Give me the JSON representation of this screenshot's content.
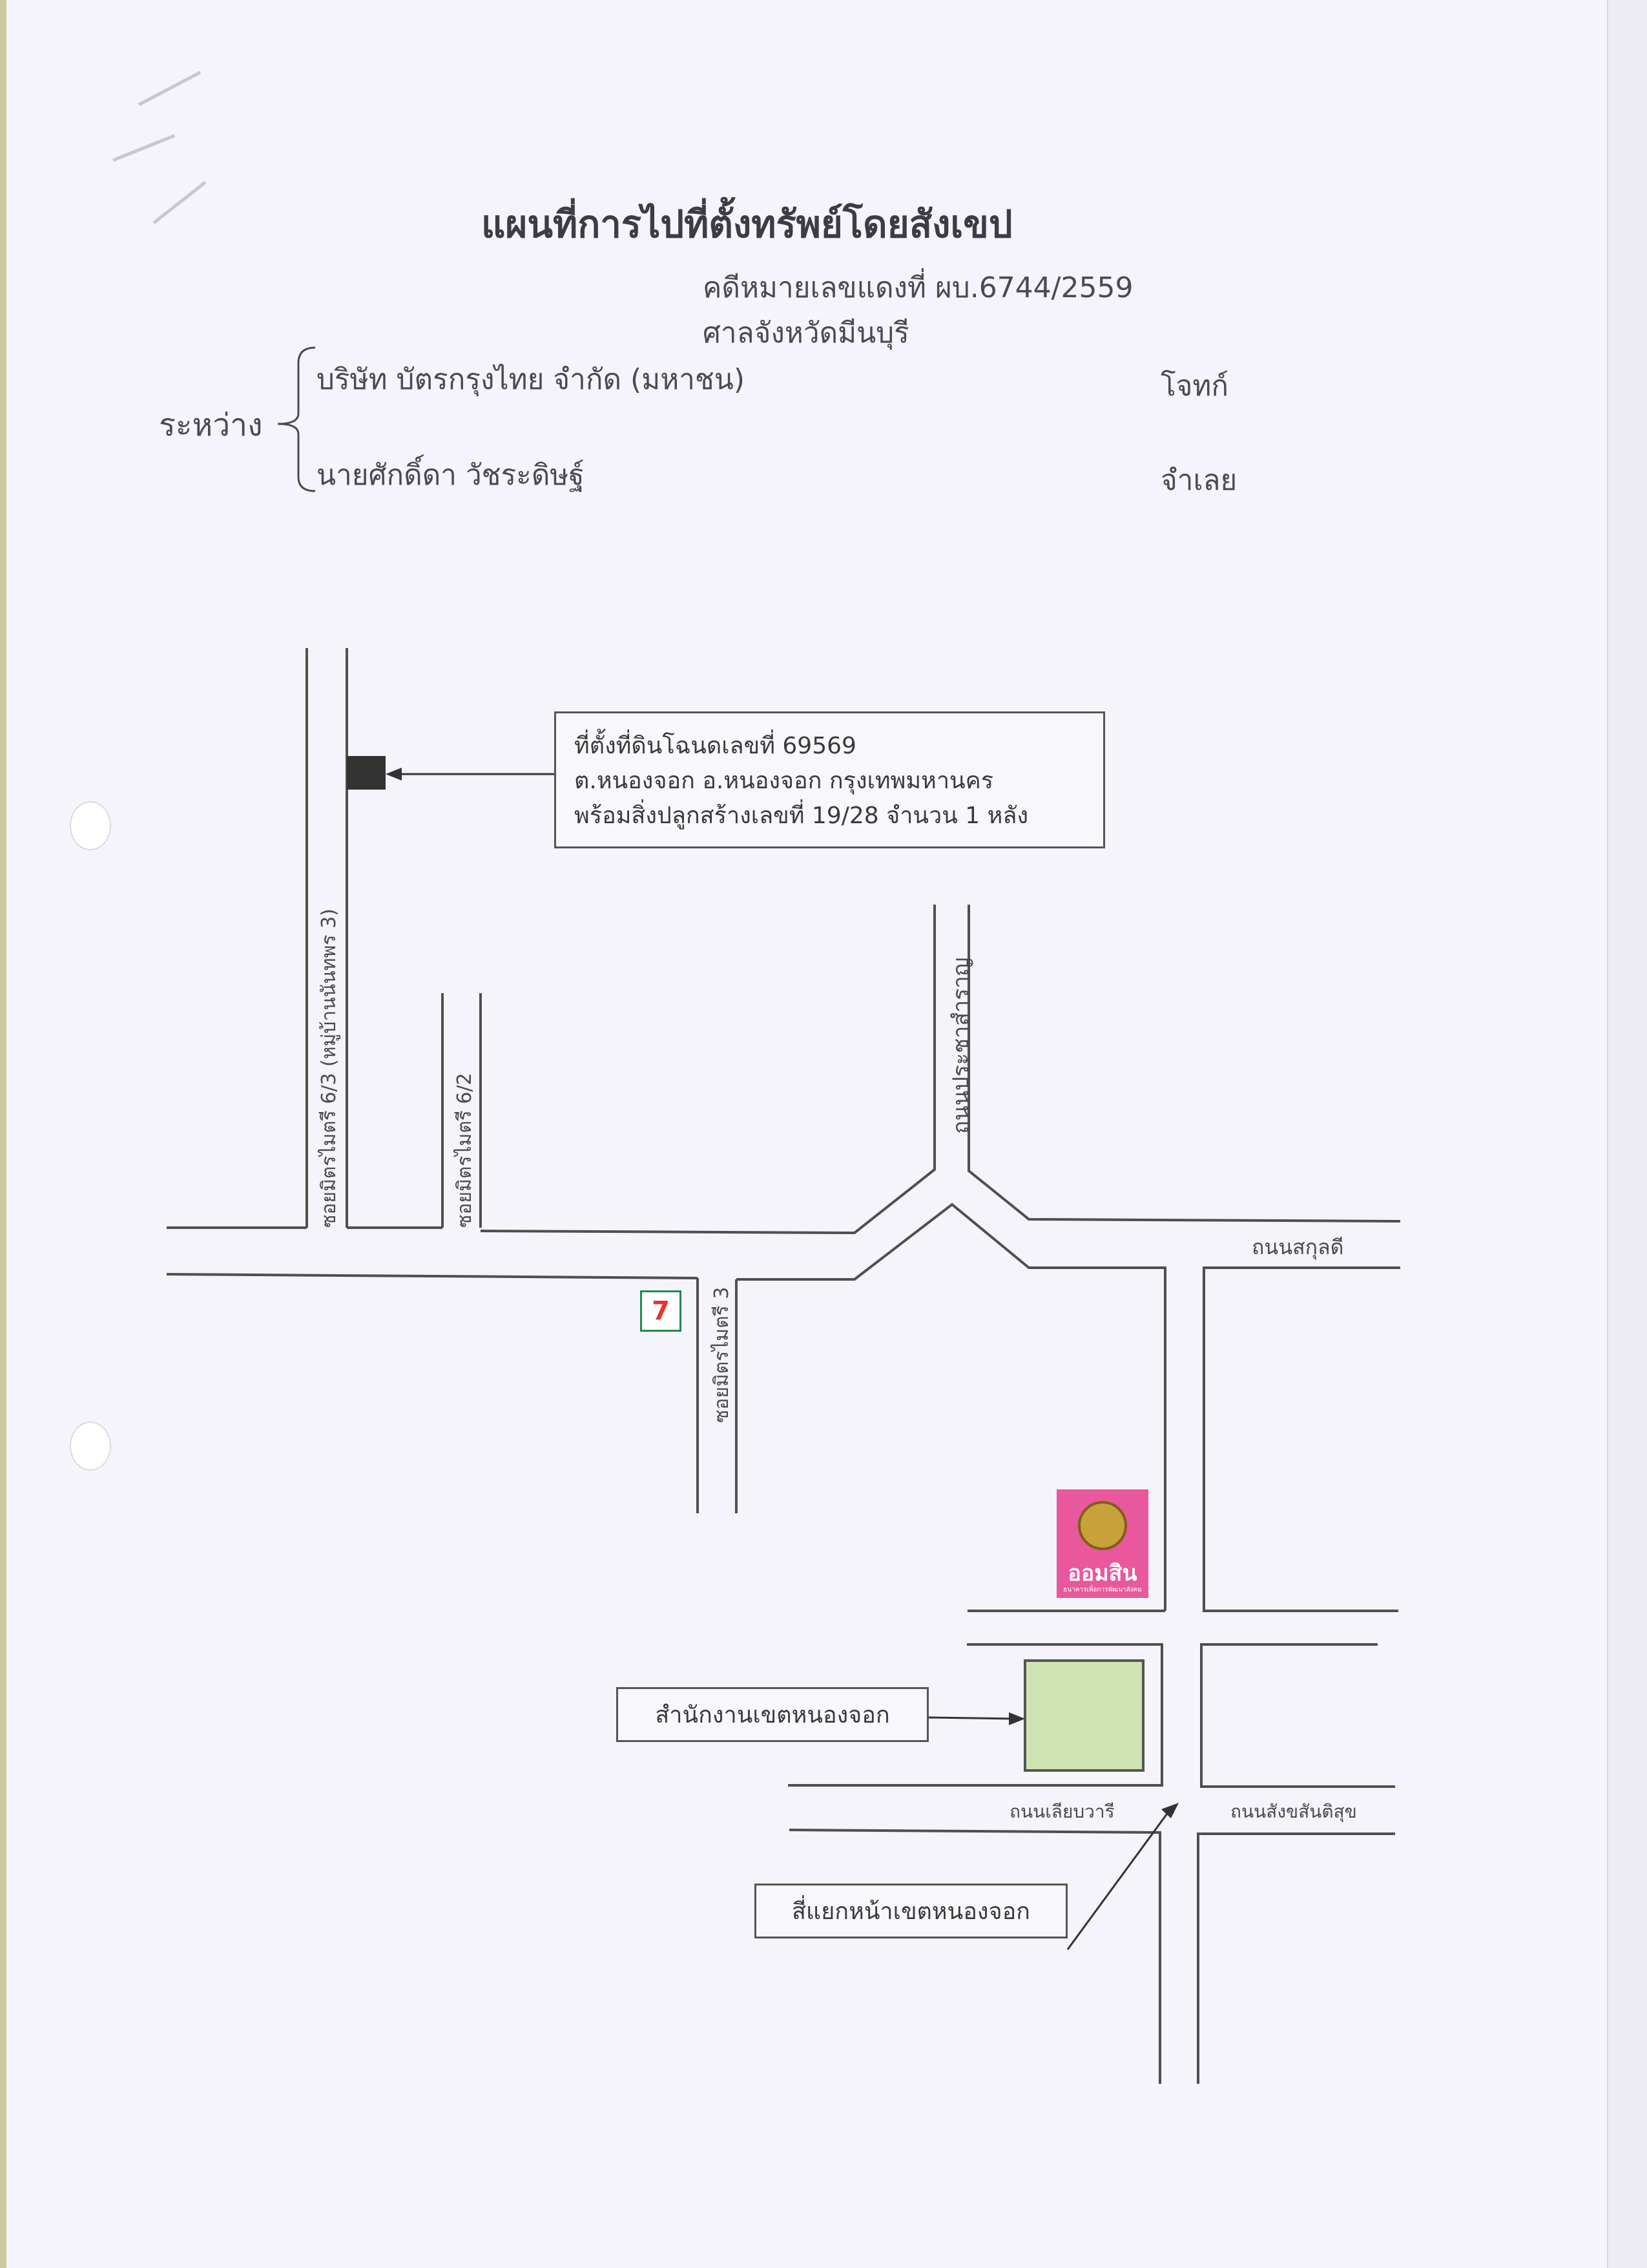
{
  "header": {
    "title": "แผนที่การไปที่ตั้งทรัพย์โดยสังเขป",
    "case_number": "คดีหมายเลขแดงที่  ผบ.6744/2559",
    "court": "ศาลจังหวัดมีนบุรี"
  },
  "parties": {
    "between_label": "ระหว่าง",
    "plaintiff_name": "บริษัท บัตรกรุงไทย จำกัด (มหาชน)",
    "plaintiff_role": "โจทก์",
    "defendant_name": "นายศักดิ์ดา วัชระดิษฐ์",
    "defendant_role": "จำเลย"
  },
  "map": {
    "property_box": {
      "line1": "ที่ตั้งที่ดินโฉนดเลขที่ 69569",
      "line2": "ต.หนองจอก อ.หนองจอก กรุงเทพมหานคร",
      "line3": "พร้อมสิ่งปลูกสร้างเลขที่ 19/28 จำนวน 1 หลัง"
    },
    "roads": {
      "soi_6_3": "ซอยมิตรไมตรี 6/3 (หมู่บ้านนันทพร 3)",
      "soi_6_2": "ซอยมิตรไมตรี 6/2",
      "soi_3": "ซอยมิตรไมตรี 3",
      "pracha_samran": "ถนนประชาสำราญ",
      "sukhaphiban": "ถนนสกุลดี",
      "liap_wari": "ถนนเลียบวารี",
      "sangkhasan_tisuk": "ถนนสังขสันติสุข"
    },
    "landmarks": {
      "district_office": "สำนักงานเขตหนองจอก",
      "intersection": "สี่แยกหน้าเขตหนองจอก",
      "seven_eleven": "7",
      "gsb": "ออมสิน",
      "gsb_sub": "ธนาคารเพื่อการพัฒนาสังคม"
    }
  },
  "colors": {
    "road_line": "#4f4f4f",
    "district_office_fill": "#cfe3b3",
    "property_marker": "#333333",
    "gsb_pink": "#e9579c"
  }
}
